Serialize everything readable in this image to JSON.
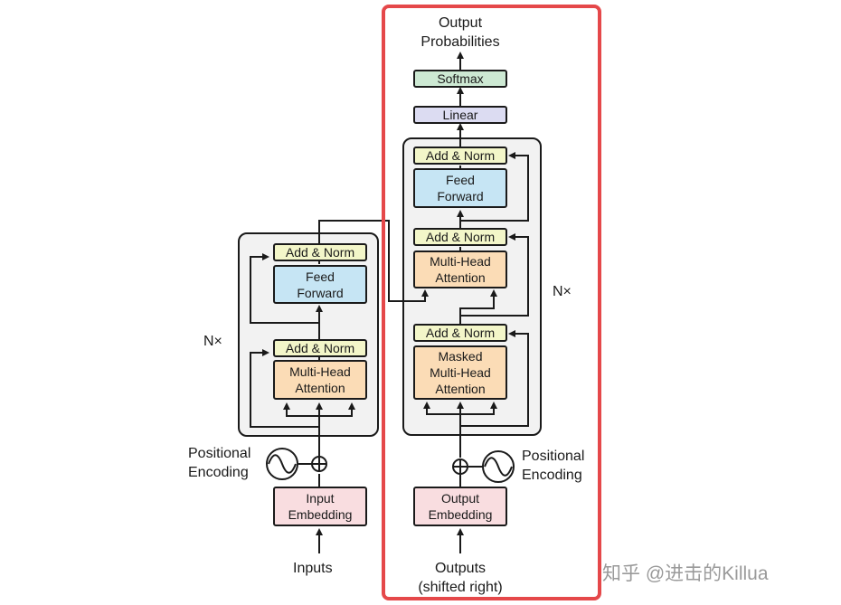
{
  "encoder": {
    "nx_label": "N×",
    "add_norm_top": "Add & Norm",
    "feed_forward": [
      "Feed",
      "Forward"
    ],
    "add_norm_bottom": "Add & Norm",
    "attention": [
      "Multi-Head",
      "Attention"
    ],
    "positional_encoding": [
      "Positional",
      "Encoding"
    ],
    "input_embedding": [
      "Input",
      "Embedding"
    ],
    "inputs_label": "Inputs"
  },
  "decoder": {
    "nx_label": "N×",
    "output_probabilities": [
      "Output",
      "Probabilities"
    ],
    "softmax": "Softmax",
    "linear": "Linear",
    "add_norm_top": "Add & Norm",
    "feed_forward": [
      "Feed",
      "Forward"
    ],
    "add_norm_middle": "Add & Norm",
    "cross_attention": [
      "Multi-Head",
      "Attention"
    ],
    "add_norm_bottom": "Add & Norm",
    "masked_attention": [
      "Masked",
      "Multi-Head",
      "Attention"
    ],
    "positional_encoding": [
      "Positional",
      "Encoding"
    ],
    "output_embedding": [
      "Output",
      "Embedding"
    ],
    "outputs_label": [
      "Outputs",
      "(shifted right)"
    ]
  },
  "watermark": "知乎 @进击的Killua",
  "colors": {
    "highlight_border": "#e5484a",
    "add_norm": "#f3f6c9",
    "feed_forward": "#c6e5f4",
    "attention": "#fbdcb6",
    "embedding": "#f9dde0",
    "softmax": "#cde9d3",
    "linear": "#dcdcf2",
    "stack_background": "#f2f2f2"
  }
}
